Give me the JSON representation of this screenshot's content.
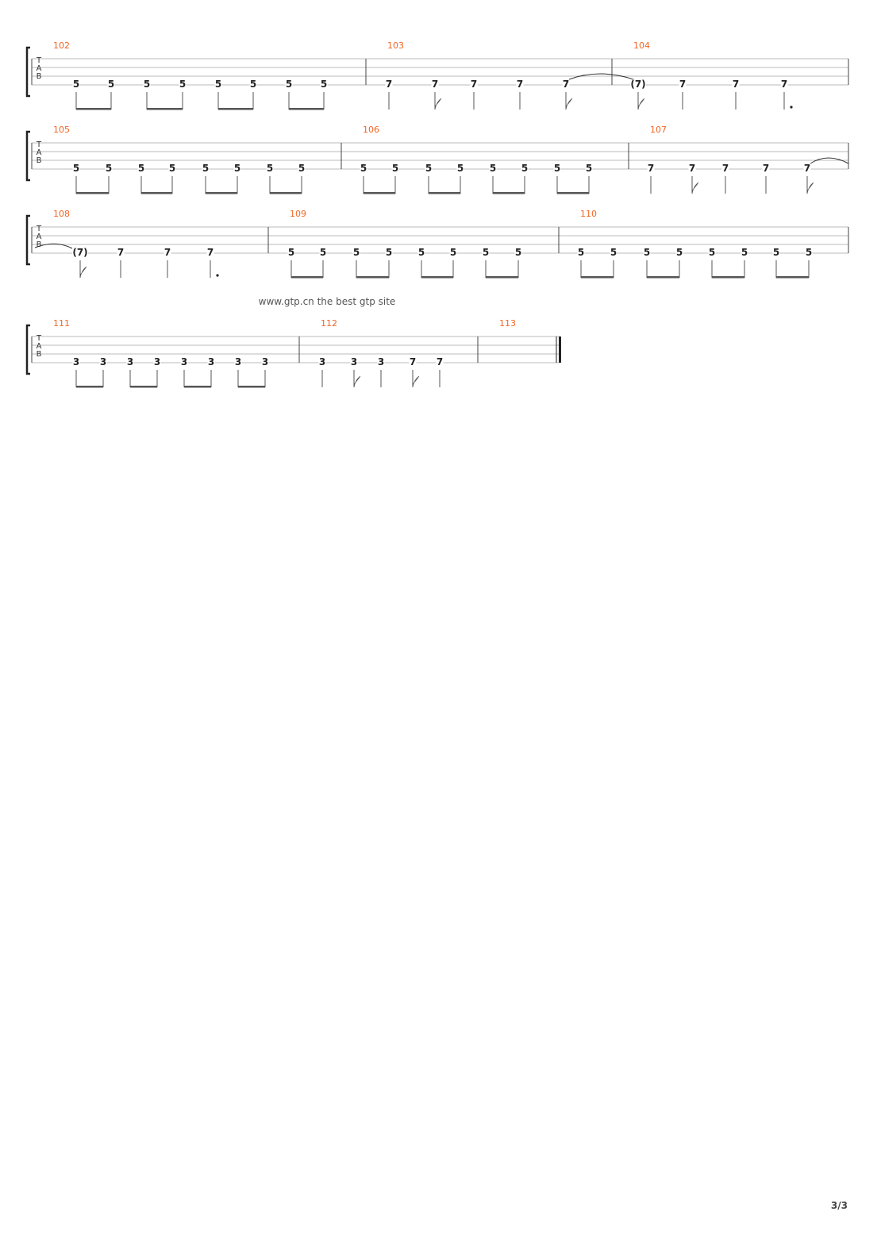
{
  "tablature": {
    "clef": [
      "T",
      "A",
      "B"
    ],
    "colors": {
      "measure_number": "#f26522",
      "fret": "#222222",
      "line": "#bbbbbb",
      "stem": "#555555"
    },
    "systems": [
      {
        "measures": [
          {
            "number": "102",
            "notes": [
              {
                "fret": "5",
                "dur": "8",
                "beam": true
              },
              {
                "fret": "5",
                "dur": "8",
                "beam": true
              },
              {
                "fret": "5",
                "dur": "8",
                "beam": true
              },
              {
                "fret": "5",
                "dur": "8",
                "beam": true
              },
              {
                "fret": "5",
                "dur": "8",
                "beam": true
              },
              {
                "fret": "5",
                "dur": "8",
                "beam": true
              },
              {
                "fret": "5",
                "dur": "8",
                "beam": true
              },
              {
                "fret": "5",
                "dur": "8",
                "beam": true
              }
            ]
          },
          {
            "number": "103",
            "notes": [
              {
                "fret": "7",
                "dur": "4"
              },
              {
                "fret": "7",
                "dur": "8",
                "flag": true
              },
              {
                "fret": "7",
                "dur": "4"
              },
              {
                "fret": "7",
                "dur": "4"
              },
              {
                "fret": "7",
                "dur": "8",
                "flag": true,
                "tie_start": true
              }
            ]
          },
          {
            "number": "104",
            "notes": [
              {
                "fret": "(7)",
                "dur": "8",
                "flag": true,
                "tie_end": true
              },
              {
                "fret": "7",
                "dur": "4"
              },
              {
                "fret": "7",
                "dur": "4"
              },
              {
                "fret": "7",
                "dur": "4.",
                "dotted": true
              }
            ]
          }
        ]
      },
      {
        "measures": [
          {
            "number": "105",
            "notes": [
              {
                "fret": "5",
                "dur": "8",
                "beam": true
              },
              {
                "fret": "5",
                "dur": "8",
                "beam": true
              },
              {
                "fret": "5",
                "dur": "8",
                "beam": true
              },
              {
                "fret": "5",
                "dur": "8",
                "beam": true
              },
              {
                "fret": "5",
                "dur": "8",
                "beam": true
              },
              {
                "fret": "5",
                "dur": "8",
                "beam": true
              },
              {
                "fret": "5",
                "dur": "8",
                "beam": true
              },
              {
                "fret": "5",
                "dur": "8",
                "beam": true
              }
            ]
          },
          {
            "number": "106",
            "notes": [
              {
                "fret": "5",
                "dur": "8",
                "beam": true
              },
              {
                "fret": "5",
                "dur": "8",
                "beam": true
              },
              {
                "fret": "5",
                "dur": "8",
                "beam": true
              },
              {
                "fret": "5",
                "dur": "8",
                "beam": true
              },
              {
                "fret": "5",
                "dur": "8",
                "beam": true
              },
              {
                "fret": "5",
                "dur": "8",
                "beam": true
              },
              {
                "fret": "5",
                "dur": "8",
                "beam": true
              },
              {
                "fret": "5",
                "dur": "8",
                "beam": true
              }
            ]
          },
          {
            "number": "107",
            "notes": [
              {
                "fret": "7",
                "dur": "4"
              },
              {
                "fret": "7",
                "dur": "8",
                "flag": true
              },
              {
                "fret": "7",
                "dur": "4"
              },
              {
                "fret": "7",
                "dur": "4"
              },
              {
                "fret": "7",
                "dur": "8",
                "flag": true,
                "tie_start": true
              }
            ]
          }
        ]
      },
      {
        "measures": [
          {
            "number": "108",
            "notes": [
              {
                "fret": "(7)",
                "dur": "8",
                "flag": true,
                "tie_end": true
              },
              {
                "fret": "7",
                "dur": "4"
              },
              {
                "fret": "7",
                "dur": "4"
              },
              {
                "fret": "7",
                "dur": "4.",
                "dotted": true
              }
            ]
          },
          {
            "number": "109",
            "notes": [
              {
                "fret": "5",
                "dur": "8",
                "beam": true
              },
              {
                "fret": "5",
                "dur": "8",
                "beam": true
              },
              {
                "fret": "5",
                "dur": "8",
                "beam": true
              },
              {
                "fret": "5",
                "dur": "8",
                "beam": true
              },
              {
                "fret": "5",
                "dur": "8",
                "beam": true
              },
              {
                "fret": "5",
                "dur": "8",
                "beam": true
              },
              {
                "fret": "5",
                "dur": "8",
                "beam": true
              },
              {
                "fret": "5",
                "dur": "8",
                "beam": true
              }
            ]
          },
          {
            "number": "110",
            "notes": [
              {
                "fret": "5",
                "dur": "8",
                "beam": true
              },
              {
                "fret": "5",
                "dur": "8",
                "beam": true
              },
              {
                "fret": "5",
                "dur": "8",
                "beam": true
              },
              {
                "fret": "5",
                "dur": "8",
                "beam": true
              },
              {
                "fret": "5",
                "dur": "8",
                "beam": true
              },
              {
                "fret": "5",
                "dur": "8",
                "beam": true
              },
              {
                "fret": "5",
                "dur": "8",
                "beam": true
              },
              {
                "fret": "5",
                "dur": "8",
                "beam": true
              }
            ]
          }
        ]
      },
      {
        "measures": [
          {
            "number": "111",
            "notes": [
              {
                "fret": "3",
                "dur": "8",
                "beam": true
              },
              {
                "fret": "3",
                "dur": "8",
                "beam": true
              },
              {
                "fret": "3",
                "dur": "8",
                "beam": true
              },
              {
                "fret": "3",
                "dur": "8",
                "beam": true
              },
              {
                "fret": "3",
                "dur": "8",
                "beam": true
              },
              {
                "fret": "3",
                "dur": "8",
                "beam": true
              },
              {
                "fret": "3",
                "dur": "8",
                "beam": true
              },
              {
                "fret": "3",
                "dur": "8",
                "beam": true
              }
            ]
          },
          {
            "number": "112",
            "notes": [
              {
                "fret": "3",
                "dur": "4"
              },
              {
                "fret": "3",
                "dur": "8",
                "flag": true
              },
              {
                "fret": "3",
                "dur": "4"
              },
              {
                "fret": "7",
                "dur": "8",
                "flag": true
              },
              {
                "fret": "7",
                "dur": "4"
              }
            ]
          },
          {
            "number": "113",
            "notes": [],
            "final_barline": true
          }
        ]
      }
    ]
  },
  "caption": "www.gtp.cn the best gtp site",
  "page_number": "3/3"
}
